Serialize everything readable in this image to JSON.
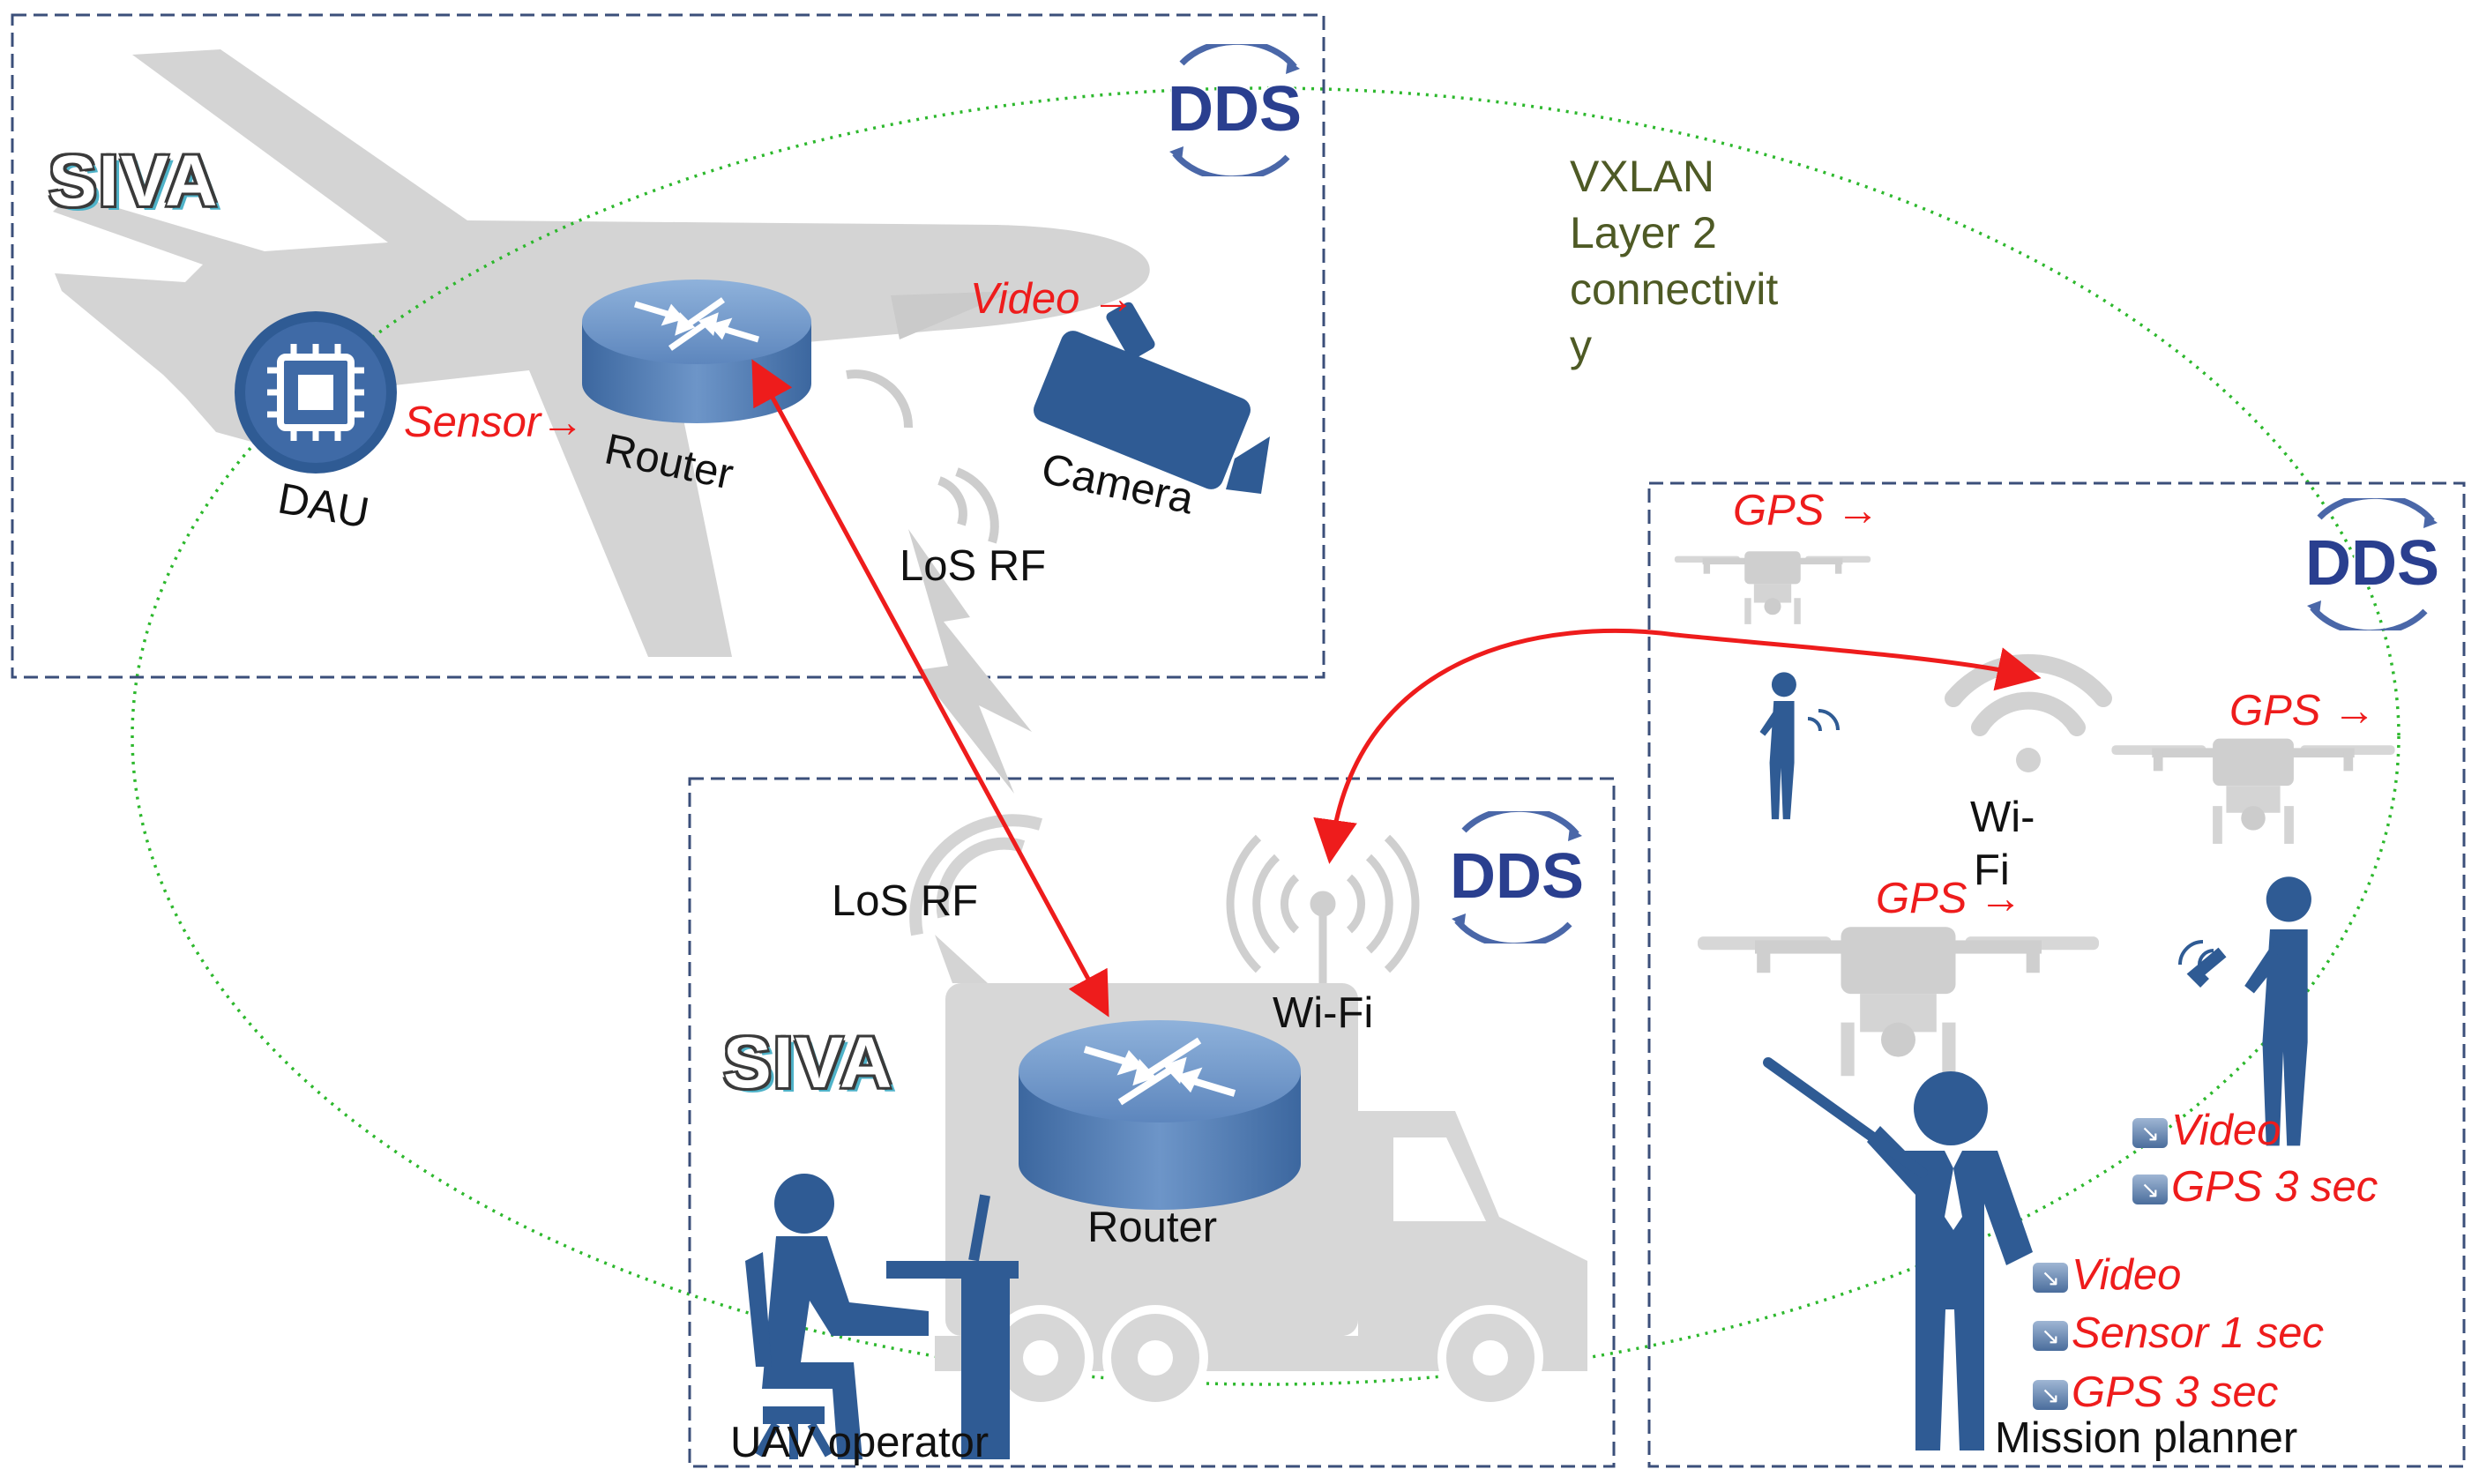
{
  "colors": {
    "accent_red": "#ee1c1c",
    "device_blue": "#2f5b94",
    "dashed_border": "#3b4f7a",
    "green_ellipse": "#2db82d",
    "silhouette_gray": "#d4d4d4"
  },
  "aircraft": {
    "siva": "SIVA",
    "dds": "DDS",
    "dau": "DAU",
    "router": "Router",
    "camera": "Camera",
    "sensor_flow": "Sensor→",
    "video_flow": "Video →",
    "los_rf": "LoS RF"
  },
  "ground_vehicle": {
    "siva": "SIVA",
    "dds": "DDS",
    "router": "Router",
    "wifi": "Wi-Fi",
    "los_rf": "LoS RF",
    "uav_operator": "UAV operator"
  },
  "field_team": {
    "dds": "DDS",
    "gps_1": "GPS →",
    "gps_2": "GPS →",
    "gps_3": "GPS →",
    "wifi_line1": "Wi-",
    "wifi_line2": "Fi",
    "operator_video": "Video",
    "operator_gps": "GPS 3 sec",
    "planner_video": "Video",
    "planner_sensor": "Sensor 1 sec",
    "planner_gps": "GPS 3 sec",
    "mission_planner": "Mission planner"
  },
  "network": {
    "line1": "VXLAN",
    "line2": "Layer 2",
    "line3": "connectivit",
    "line4": "y"
  },
  "icons": [
    "aircraft-silhouette",
    "chip-icon",
    "router-icon",
    "camera-icon",
    "antenna-icon",
    "lightning-icon",
    "truck-icon",
    "wifi-icon",
    "drone-icon",
    "person-icon",
    "desk-operator-icon",
    "pointer-icon",
    "arrow-tag-icon",
    "dds-logo"
  ]
}
